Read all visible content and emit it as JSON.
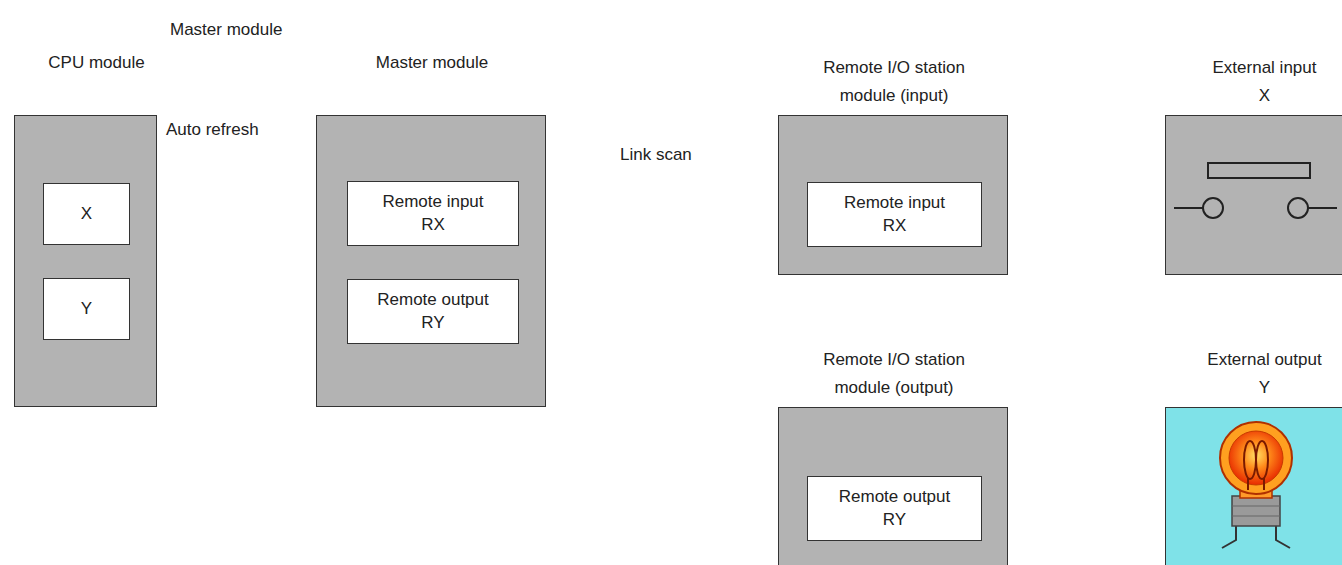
{
  "diagram": {
    "nodes": [
      {
        "text": [
          "CPU module"
        ]
      },
      {
        "text": [
          "X"
        ],
        "in": 0
      },
      {
        "text": [
          "Y"
        ],
        "in": 0
      },
      {
        "text": [
          "Master module"
        ]
      },
      {
        "text": [
          "Remote input RX"
        ],
        "in": 3
      },
      {
        "text": [
          "Remote output RY"
        ],
        "in": 3
      },
      {
        "text": [
          "Remote I/O station module (input)"
        ]
      },
      {
        "text": [
          "Remote input RX"
        ],
        "in": 6
      },
      {
        "text": [
          "Remote I/O station module (output)"
        ]
      },
      {
        "text": [
          "Remote output RY"
        ],
        "in": 8
      },
      {
        "text": [
          "External input X"
        ]
      },
      {
        "text": [
          "External output Y"
        ]
      }
    ],
    "labels": [
      "Master module",
      "Auto refresh",
      "Link scan"
    ]
  }
}
